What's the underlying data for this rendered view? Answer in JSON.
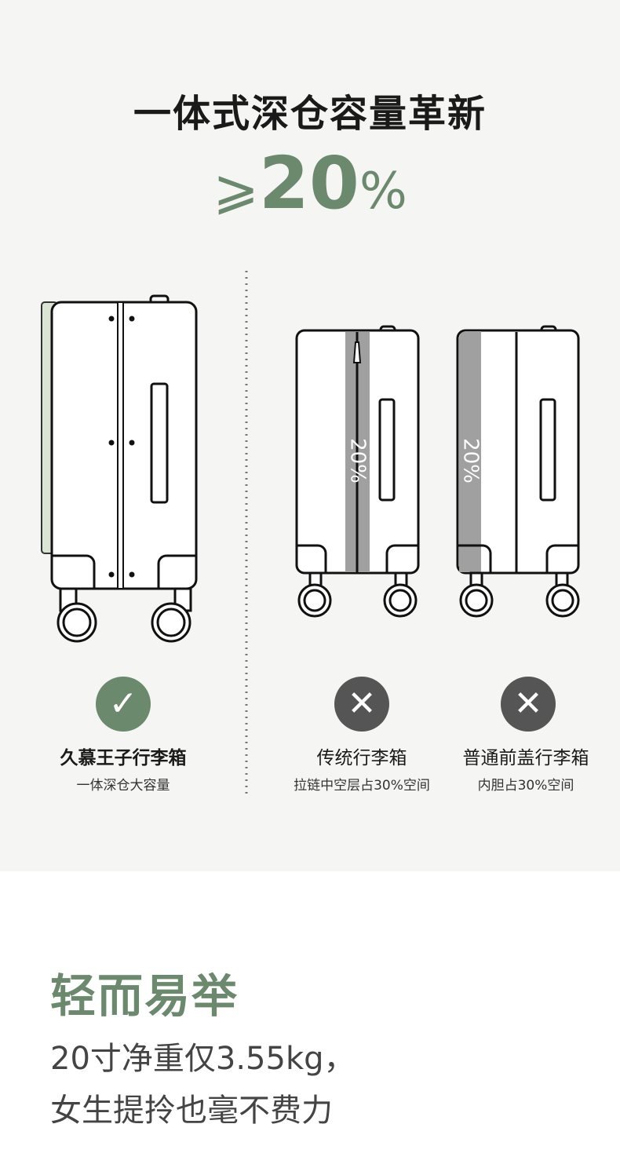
{
  "header": {
    "title": "一体式深仓容量革新",
    "ge": "⩾",
    "value": "20",
    "percent": "%"
  },
  "colors": {
    "accent": "#6b8a6d",
    "cross": "#555555",
    "band": "#a0a0a0",
    "green_strip": "#dbe5d3"
  },
  "comparison": [
    {
      "icon": "check-icon",
      "name": "久慕王子行李箱",
      "desc": "一体深仓大容量"
    },
    {
      "icon": "cross-icon",
      "name": "传统行李箱",
      "desc": "拉链中空层占30%空间",
      "band_label": "20%"
    },
    {
      "icon": "cross-icon",
      "name": "普通前盖行李箱",
      "desc": "内胆占30%空间",
      "band_label": "20%"
    }
  ],
  "feature": {
    "title": "轻而易举",
    "line1": "20寸净重仅3.55kg，",
    "line2": "女生提拎也毫不费力"
  }
}
